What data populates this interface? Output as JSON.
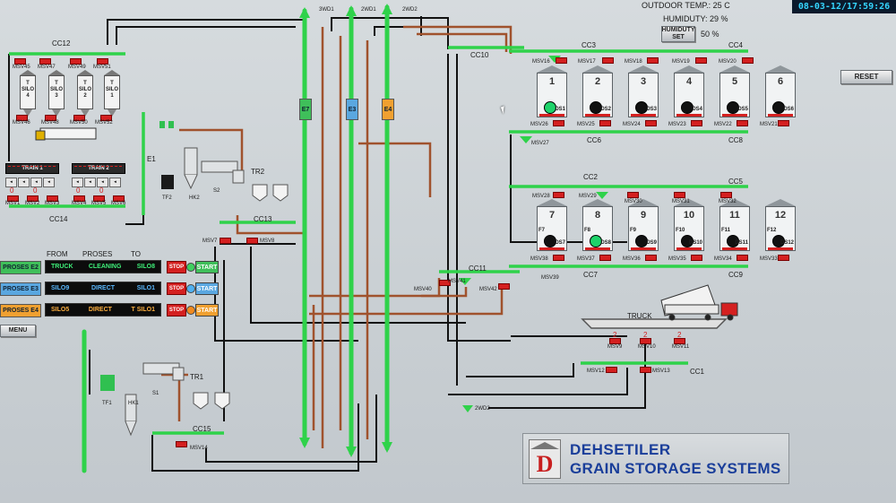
{
  "header": {
    "datetime": "08-03-12/17:59:26",
    "outdoor_temp": "OUTDOOR TEMP.: 25 C",
    "humidity": "HUMIDUTY: 29 %",
    "humidity_set_label": "HUMIDUTY SET",
    "humidity_set_value": "50 %",
    "reset_label": "RESET"
  },
  "conveyors": {
    "cc1": "CC1",
    "cc2": "CC2",
    "cc3": "CC3",
    "cc4": "CC4",
    "cc5": "CC5",
    "cc6": "CC6",
    "cc7": "CC7",
    "cc8": "CC8",
    "cc9": "CC9",
    "cc10": "CC10",
    "cc11": "CC11",
    "cc12": "CC12",
    "cc13": "CC13",
    "cc14": "CC14",
    "cc15": "CC15"
  },
  "elevators": [
    {
      "label": "E7",
      "color": "#3fbf5a"
    },
    {
      "label": "E3",
      "color": "#5aa7e0"
    },
    {
      "label": "E4",
      "color": "#f0a030"
    }
  ],
  "e1_label": "E1",
  "distributors": {
    "d1": "2WD1",
    "d3": "3WD1",
    "d2": "2WD2",
    "d4": "2WD2"
  },
  "left_silos": [
    {
      "label": "T SILO 4"
    },
    {
      "label": "T SILO 3"
    },
    {
      "label": "T SILO 2"
    },
    {
      "label": "T SILO 1"
    }
  ],
  "trains": [
    "TRAIN 1",
    "TRAIN 2"
  ],
  "train_counts": [
    "0",
    "0",
    "0",
    "0"
  ],
  "cleaning_top": {
    "tr": "TR2",
    "tf": "TF2",
    "hk": "HK2",
    "s": "S2"
  },
  "cleaning_bottom": {
    "tr": "TR1",
    "tf": "TF1",
    "hk": "HK1",
    "s": "S1"
  },
  "silos_top": [
    {
      "num": "1",
      "ds": "DS1",
      "fan_on": true
    },
    {
      "num": "2",
      "ds": "DS2",
      "fan_on": false
    },
    {
      "num": "3",
      "ds": "DS3",
      "fan_on": false
    },
    {
      "num": "4",
      "ds": "DS4",
      "fan_on": false
    },
    {
      "num": "5",
      "ds": "DS5",
      "fan_on": false
    },
    {
      "num": "6",
      "ds": "DS6",
      "fan_on": false
    }
  ],
  "silos_bottom": [
    {
      "num": "7",
      "ds": "DS7",
      "f": "F7",
      "fan_on": false
    },
    {
      "num": "8",
      "ds": "DS8",
      "f": "F8",
      "fan_on": true
    },
    {
      "num": "9",
      "ds": "DS9",
      "f": "F9",
      "fan_on": false
    },
    {
      "num": "10",
      "ds": "DS10",
      "f": "F10",
      "fan_on": false
    },
    {
      "num": "11",
      "ds": "DS11",
      "f": "F11",
      "fan_on": false
    },
    {
      "num": "12",
      "ds": "DS12",
      "f": "F12",
      "fan_on": false
    }
  ],
  "valves_top_in": [
    "MSV16",
    "MSV17",
    "MSV18",
    "MSV19",
    "MSV20"
  ],
  "valves_top_out": [
    "MSV26",
    "MSV25",
    "MSV24",
    "MSV23",
    "MSV22",
    "MSV21"
  ],
  "valves_bottom_in": [
    "MSV28",
    "MSV29",
    "MSV30",
    "MSV31",
    "MSV32"
  ],
  "valves_bottom_out": [
    "MSV38",
    "MSV37",
    "MSV36",
    "MSV35",
    "MSV34",
    "MSV33"
  ],
  "msv27": "MSV27",
  "msv39": "MSV39",
  "msv40": "MSV40",
  "msv41": "MSV41",
  "msv42": "MSV42",
  "msv7": "MSV7",
  "msv8": "MSV8",
  "msv14": "MSV14",
  "msv12": "MSV12",
  "msv13": "MSV13",
  "truck_label": "TRUCK",
  "truck_valves": [
    {
      "label": "MSV9",
      "count": "2"
    },
    {
      "label": "MSV10",
      "count": "2"
    },
    {
      "label": "MSV11",
      "count": "2"
    }
  ],
  "cc12_valves": [
    "MSV45",
    "MSV46",
    "MSV47",
    "MSV48",
    "MSV49",
    "MSV50",
    "MSV51",
    "MSV52"
  ],
  "cc14_valves": [
    "MSV1",
    "MSV2",
    "MSV3",
    "MSV4",
    "MSV5",
    "MSV6"
  ],
  "process_table": {
    "headers": [
      "FROM",
      "PROSES",
      "TO"
    ],
    "rows": [
      {
        "button": "PROSES E2",
        "from": "TRUCK",
        "proses": "CLEANING",
        "to": "SILO8",
        "text_color": "#3ff07a",
        "btn_color": "#3fbf5a",
        "lamp_color": "#3fcf60",
        "start": "START",
        "stop": "STOP"
      },
      {
        "button": "PROSES E3",
        "from": "SILO9",
        "proses": "DIRECT",
        "to": "SILO1",
        "text_color": "#5ab8ff",
        "btn_color": "#5aa7e0",
        "lamp_color": "#4fb0f0",
        "start": "START",
        "stop": "STOP"
      },
      {
        "button": "PROSES E4",
        "from": "SILO5",
        "proses": "DIRECT",
        "to": "T SILO1",
        "text_color": "#ffb040",
        "btn_color": "#f0a030",
        "lamp_color": "#f08a20",
        "start": "START",
        "stop": "STOP"
      }
    ]
  },
  "menu_label": "MENU",
  "logo": {
    "line1": "DEHSETILER",
    "line2": "GRAIN STORAGE SYSTEMS"
  },
  "colors": {
    "conveyor": "#2fd24a",
    "pipe_brown": "#a0522d",
    "cable": "#111111",
    "valve_closed": "#d42020",
    "valve_open": "#21c55d"
  }
}
